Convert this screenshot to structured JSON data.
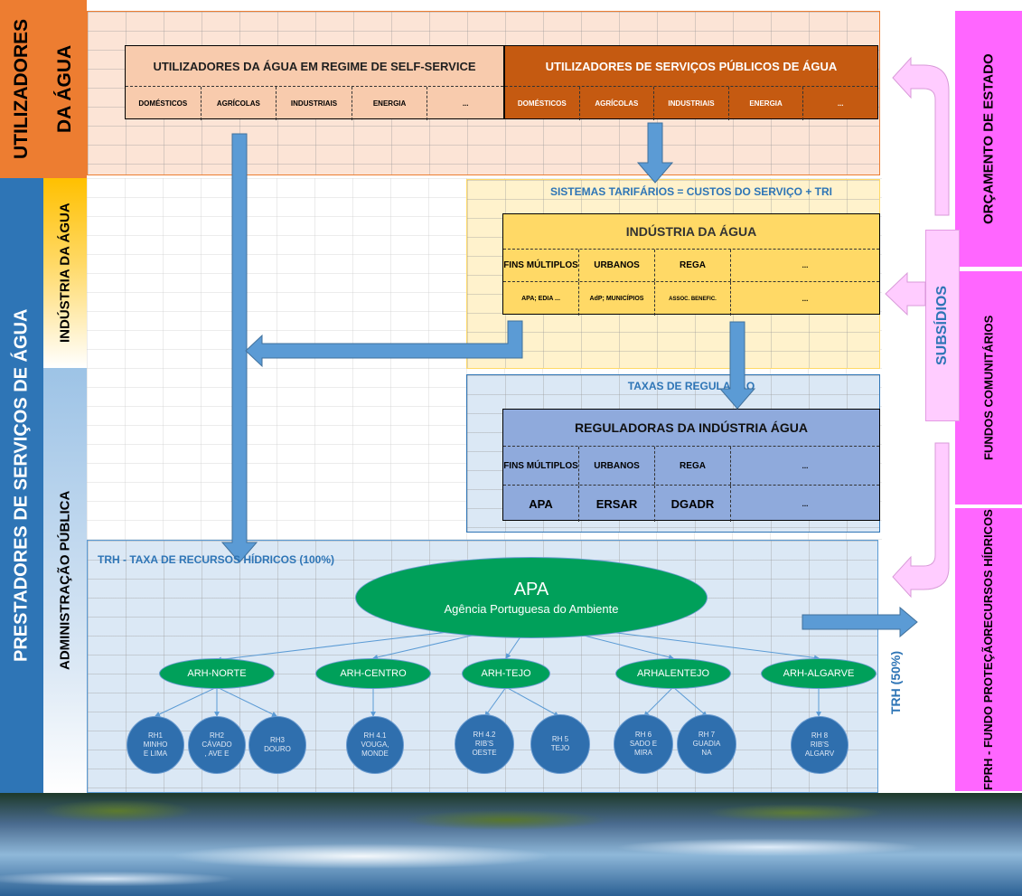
{
  "left_bands": {
    "utilizadores": "UTILIZADORES",
    "da_agua": "DA ÁGUA",
    "prestadores": "PRESTADORES DE SERVIÇOS DE ÁGUA",
    "industria": "INDÚSTRIA DA ÁGUA",
    "administracao": "ADMINISTRAÇÃO PÚBLICA"
  },
  "right_bands": {
    "orcamento": "ORÇAMENTO DE ESTADO",
    "fundos": "FUNDOS COMUNITÁRIOS",
    "fprh_line1": "FPRH - FUNDO PROTEÇÃO",
    "fprh_line2": "RECURSOS HÍDRICOS",
    "subsidios": "SUBSÍDIOS"
  },
  "self_service": {
    "title": "UTILIZADORES DA ÁGUA EM REGIME DE SELF-SERVICE",
    "cells": [
      "DOMÉSTICOS",
      "AGRÍCOLAS",
      "INDUSTRIAIS",
      "ENERGIA",
      "..."
    ]
  },
  "public_services": {
    "title": "UTILIZADORES DE SERVIÇOS PÚBLICOS DE ÁGUA",
    "cells": [
      "DOMÉSTICOS",
      "AGRÍCOLAS",
      "INDUSTRIAIS",
      "ENERGIA",
      "..."
    ]
  },
  "tariff_label": "SISTEMAS TARIFÁRIOS = CUSTOS DO SERVIÇO + TRI",
  "industria": {
    "title": "INDÚSTRIA DA ÁGUA",
    "row1": [
      "FINS MÚLTIPLOS",
      "URBANOS",
      "REGA",
      "..."
    ],
    "row2": [
      "APA; EDIA ...",
      "AdP; MUNICÍPIOS",
      "ASSOC. BENEFIC.",
      "..."
    ]
  },
  "taxas_label": "TAXAS DE REGULAÇÃO",
  "reguladoras": {
    "title": "REGULADORAS DA INDÚSTRIA ÁGUA",
    "row1": [
      "FINS MÚLTIPLOS",
      "URBANOS",
      "REGA",
      "..."
    ],
    "row2": [
      "APA",
      "ERSAR",
      "DGADR",
      "..."
    ]
  },
  "trh_label": "TRH - TAXA DE RECURSOS HÍDRICOS (100%)",
  "trh_50": "TRH (50%)",
  "apa": {
    "name": "APA",
    "full": "Agência Portuguesa do Ambiente"
  },
  "arhs": [
    "ARH-NORTE",
    "ARH-CENTRO",
    "ARH-TEJO",
    "ARHALENTEJO",
    "ARH-ALGARVE"
  ],
  "rhs": [
    "RH1\nMINHO\nE LIMA",
    "RH2\nCÁVADO\n, AVE E",
    "RH3\nDOURO",
    "RH 4.1\nVOUGA,\nMONDE",
    "RH 4.2\nRIB'S\nOESTE",
    "RH 5\nTEJO",
    "RH 6\nSADO E\nMIRA",
    "RH 7\nGUADIA\nNA",
    "RH 8\nRIB'S\nALGARV"
  ],
  "colors": {
    "orange": "#ed7d31",
    "dark_orange": "#c55a11",
    "peach": "#f8cbad",
    "yellow": "#ffd966",
    "blue": "#2e75b6",
    "light_blue": "#9dc3e6",
    "magenta": "#ff66ff",
    "green": "#00a05a",
    "arrow": "#5b9bd5"
  }
}
